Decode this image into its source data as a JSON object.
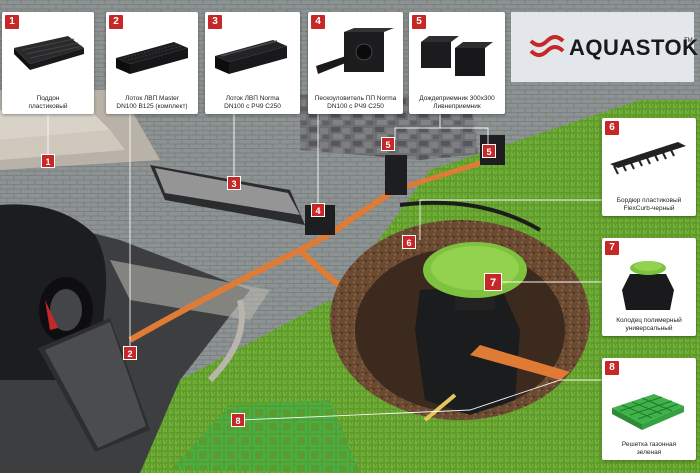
{
  "brand": {
    "name": "AQUASTOK",
    "tm": "TM",
    "color": "#c62828"
  },
  "products_top": [
    {
      "num": "1",
      "caption": "Поддон\nпластиковый"
    },
    {
      "num": "2",
      "caption": "Лоток ЛВП Master\nDN100 B125 (комплект)"
    },
    {
      "num": "3",
      "caption": "Лоток ЛВП Norma\nDN100 с РЧ9 C250"
    },
    {
      "num": "4",
      "caption": "Пескоуловитель ПП Norma\nDN100 с РЧ9 C250"
    },
    {
      "num": "5",
      "caption": "Дождеприемник 300х300\nЛивнеприемник"
    }
  ],
  "products_right": [
    {
      "num": "6",
      "caption": "Бордюр пластиковый\nFlexCurb-черный"
    },
    {
      "num": "7",
      "caption": "Колодец полимерный\nуниверсальный"
    },
    {
      "num": "8",
      "caption": "Решетка газонная\nзеленая"
    }
  ],
  "markers": [
    "1",
    "2",
    "3",
    "4",
    "5",
    "5",
    "6",
    "7",
    "8"
  ],
  "icons": {
    "pallet": "pallet-icon",
    "channel": "drain-channel-icon",
    "sandtrap": "sand-trap-icon",
    "gully": "rain-inlet-icon",
    "curb": "flexcurb-icon",
    "well": "polymer-well-icon",
    "grid": "lawn-grid-icon"
  }
}
